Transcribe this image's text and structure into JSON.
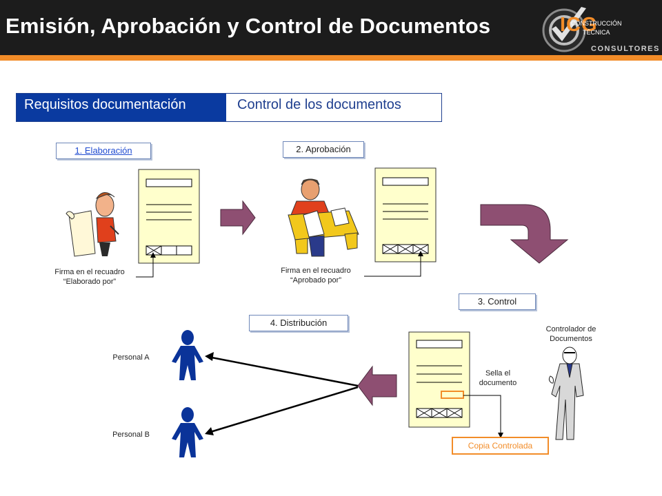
{
  "header": {
    "title": "Emisión, Aprobación y Control de Documentos",
    "logo": {
      "mark": "ICG",
      "tagline": "CONSULTORES",
      "small_lines": [
        "CONSTRUCCIÓN",
        "TÉCNICA"
      ]
    }
  },
  "tabs": [
    {
      "label": "Requisitos documentación",
      "active": true
    },
    {
      "label": "Control de los documentos",
      "active": false
    }
  ],
  "steps": {
    "elaboracion": "1. Elaboración",
    "aprobacion": "2. Aprobación",
    "control": "3. Control",
    "distribucion": "4. Distribución"
  },
  "labels": {
    "firma_elaborado_1": "Firma en el recuadro",
    "firma_elaborado_2": "“Elaborado por”",
    "firma_aprobado_1": "Firma en el recuadro",
    "firma_aprobado_2": "“Aprobado por”",
    "controlador_1": "Controlador de",
    "controlador_2": "Documentos",
    "sella_1": "Sella el",
    "sella_2": "documento",
    "personal_a": "Personal A",
    "personal_b": "Personal B",
    "copia": "Copia Controlada"
  },
  "colors": {
    "header_bg": "#1c1c1c",
    "accent": "#f28c28",
    "tab_blue": "#0a3aa0",
    "arrow": "#8e4f72",
    "person": "#0a3399",
    "doc": "#ffffcc"
  },
  "icons": [
    "shield-logo-icon",
    "document-form-icon",
    "boss-at-desk-icon",
    "writer-with-scroll-icon",
    "person-silhouette-icon",
    "controller-person-icon",
    "block-arrow-icon"
  ]
}
